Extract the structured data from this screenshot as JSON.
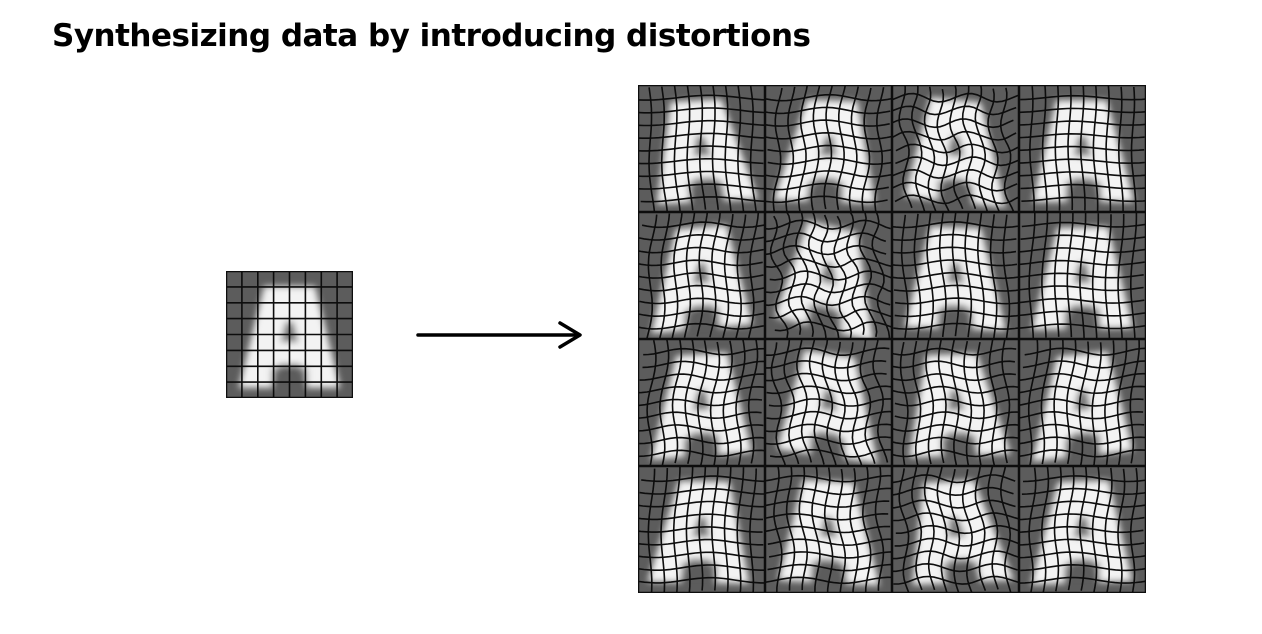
{
  "slide": {
    "title": "Synthesizing data by introducing distortions"
  },
  "figure": {
    "original_glyph": "A",
    "original_grid_cells": 8,
    "distorted_grid_rows": 4,
    "distorted_grid_cols": 4,
    "distorted_tile_grid_cells": 10,
    "colors": {
      "tile_background": "#5c5c5c",
      "glyph": "#f3f3f3",
      "grid_lines": "#0d0d0d",
      "arrow": "#000000"
    },
    "distortions": [
      {
        "a1": 2.2,
        "f1": 1.1,
        "p1": 0.3,
        "a2": 2.4,
        "f2": 1.0,
        "p2": 1.2,
        "shear": 0.06,
        "rot": -3
      },
      {
        "a1": 3.2,
        "f1": 1.6,
        "p1": 2.1,
        "a2": 3.0,
        "f2": 1.4,
        "p2": 0.4,
        "shear": -0.04,
        "rot": 2
      },
      {
        "a1": 4.0,
        "f1": 2.0,
        "p1": 1.0,
        "a2": 4.2,
        "f2": 2.2,
        "p2": 2.6,
        "shear": 0.1,
        "rot": 6
      },
      {
        "a1": 1.8,
        "f1": 1.2,
        "p1": 0.8,
        "a2": 2.0,
        "f2": 1.1,
        "p2": 1.8,
        "shear": 0.02,
        "rot": 0
      },
      {
        "a1": 3.0,
        "f1": 1.3,
        "p1": 1.7,
        "a2": 2.6,
        "f2": 1.5,
        "p2": 0.2,
        "shear": -0.08,
        "rot": -5
      },
      {
        "a1": 4.6,
        "f1": 2.3,
        "p1": 0.5,
        "a2": 4.4,
        "f2": 2.0,
        "p2": 1.1,
        "shear": 0.16,
        "rot": 14
      },
      {
        "a1": 2.6,
        "f1": 1.2,
        "p1": 2.4,
        "a2": 2.8,
        "f2": 1.3,
        "p2": 0.7,
        "shear": 0.03,
        "rot": 2
      },
      {
        "a1": 2.4,
        "f1": 1.0,
        "p1": 1.3,
        "a2": 2.2,
        "f2": 1.2,
        "p2": 2.2,
        "shear": -0.02,
        "rot": -1
      },
      {
        "a1": 3.4,
        "f1": 1.4,
        "p1": 0.1,
        "a2": 3.0,
        "f2": 1.6,
        "p2": 1.5,
        "shear": -0.07,
        "rot": -4
      },
      {
        "a1": 3.8,
        "f1": 1.9,
        "p1": 1.9,
        "a2": 3.6,
        "f2": 1.7,
        "p2": 0.9,
        "shear": 0.12,
        "rot": 8
      },
      {
        "a1": 3.0,
        "f1": 1.5,
        "p1": 2.8,
        "a2": 3.2,
        "f2": 1.8,
        "p2": 0.3,
        "shear": 0.05,
        "rot": -2
      },
      {
        "a1": 2.8,
        "f1": 1.3,
        "p1": 0.6,
        "a2": 3.4,
        "f2": 1.5,
        "p2": 2.0,
        "shear": -0.1,
        "rot": -6
      },
      {
        "a1": 2.4,
        "f1": 1.1,
        "p1": 1.4,
        "a2": 2.6,
        "f2": 1.2,
        "p2": 0.5,
        "shear": -0.04,
        "rot": 1
      },
      {
        "a1": 3.2,
        "f1": 1.6,
        "p1": 0.9,
        "a2": 3.0,
        "f2": 1.4,
        "p2": 2.4,
        "shear": 0.06,
        "rot": 3
      },
      {
        "a1": 3.6,
        "f1": 1.7,
        "p1": 2.2,
        "a2": 3.8,
        "f2": 1.9,
        "p2": 1.3,
        "shear": 0.09,
        "rot": -3
      },
      {
        "a1": 2.6,
        "f1": 1.4,
        "p1": 0.4,
        "a2": 2.8,
        "f2": 1.2,
        "p2": 1.6,
        "shear": -0.05,
        "rot": -2
      }
    ]
  }
}
